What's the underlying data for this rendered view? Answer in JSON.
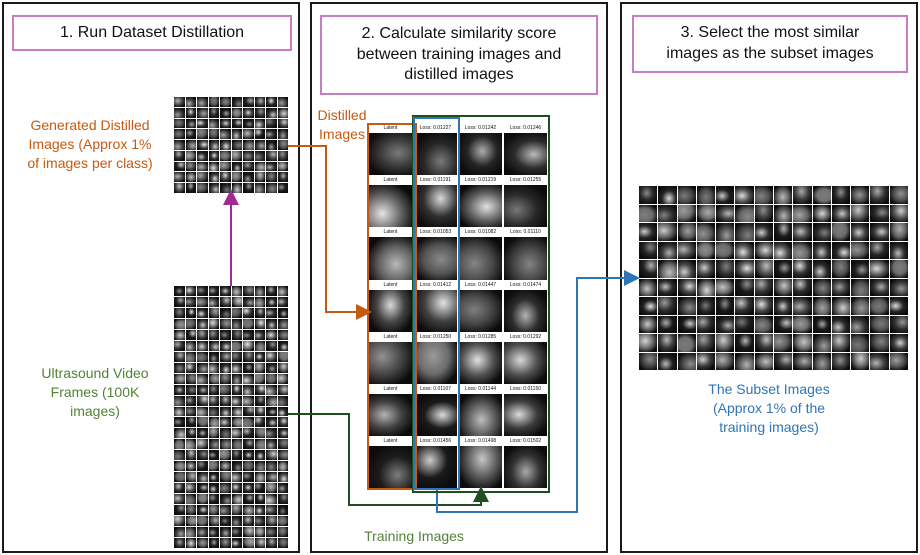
{
  "panels": {
    "step1": {
      "title": "1. Run Dataset Distillation"
    },
    "step2": {
      "title": "2. Calculate similarity score\nbetween training images and\ndistilled images"
    },
    "step3": {
      "title": "3. Select the most similar\nimages as the subset images"
    }
  },
  "labels": {
    "generated_distilled": "Generated Distilled\nImages (Approx 1%\nof images per class)",
    "ultrasound_frames": "Ultrasound Video\nFrames (100K\nimages)",
    "distilled_images": "Distilled\nImages",
    "training_images": "Training Images",
    "subset_images": "The Subset Images\n(Approx 1% of the\ntraining images)"
  },
  "strip": {
    "columns": [
      {
        "name": "latent",
        "captions": [
          "Latent",
          "Latent",
          "Latent",
          "Latent",
          "Latent",
          "Latent",
          "Latent"
        ]
      },
      {
        "name": "loss-1",
        "captions": [
          "Loss: 0.01227",
          "Loss: 0.01191",
          "Loss: 0.01053",
          "Loss: 0.01412",
          "Loss: 0.01250",
          "Loss: 0.01107",
          "Loss: 0.01456"
        ]
      },
      {
        "name": "loss-2",
        "captions": [
          "Loss: 0.01242",
          "Loss: 0.01219",
          "Loss: 0.01082",
          "Loss: 0.01447",
          "Loss: 0.01285",
          "Loss: 0.01144",
          "Loss: 0.01498"
        ]
      },
      {
        "name": "loss-3",
        "captions": [
          "Loss: 0.01246",
          "Loss: 0.01255",
          "Loss: 0.01110",
          "Loss: 0.01474",
          "Loss: 0.01292",
          "Loss: 0.01150",
          "Loss: 0.01502"
        ]
      }
    ]
  },
  "colors": {
    "panel_border": "#1a1a1a",
    "title_border": "#c67dc4",
    "distilled": "#c55a11",
    "training": "#548235",
    "subset": "#2e75b6",
    "training_dark": "#1f4e1f",
    "arrow_purple": "#a02b93"
  }
}
